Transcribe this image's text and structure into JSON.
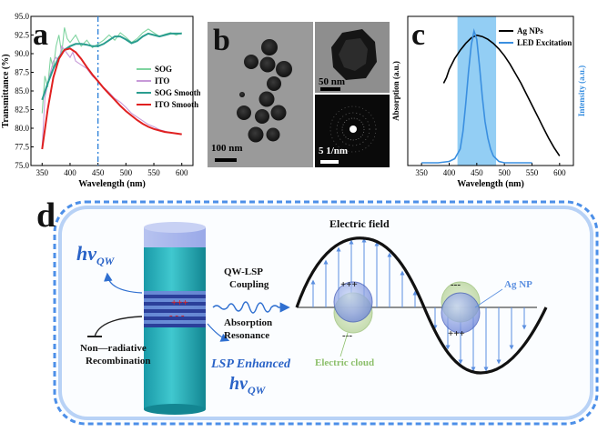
{
  "panels": {
    "a": "a",
    "b": "b",
    "c": "c",
    "d": "d"
  },
  "chart_data": [
    {
      "type": "line",
      "panel": "a",
      "xlabel": "Wavelength (nm)",
      "ylabel": "Transmittance (%)",
      "xlim": [
        330,
        620
      ],
      "ylim": [
        75,
        95
      ],
      "xticks": [
        350,
        400,
        450,
        500,
        550,
        600
      ],
      "yticks": [
        75.0,
        77.5,
        80.0,
        82.5,
        85.0,
        87.5,
        90.0,
        92.5,
        95.0
      ],
      "ytick_labels": [
        "75.0",
        "77.5",
        "80.0",
        "82.5",
        "85.0",
        "87.5",
        "90.0",
        "92.5",
        "95.0"
      ],
      "vline_x": 450,
      "legend_position": "center-right",
      "series": [
        {
          "name": "SOG",
          "color": "#7fd4a0",
          "x": [
            350,
            355,
            360,
            365,
            370,
            375,
            380,
            385,
            390,
            395,
            400,
            410,
            420,
            430,
            440,
            450,
            460,
            470,
            480,
            490,
            500,
            510,
            520,
            530,
            540,
            550,
            560,
            570,
            580,
            590,
            600
          ],
          "y": [
            82.0,
            87.0,
            85.5,
            89.5,
            88.0,
            91.0,
            92.5,
            90.0,
            93.5,
            92.0,
            91.5,
            92.5,
            91.0,
            91.8,
            90.8,
            91.3,
            91.8,
            92.5,
            91.8,
            92.8,
            92.2,
            91.5,
            92.0,
            92.8,
            93.3,
            92.8,
            92.3,
            92.6,
            92.8,
            92.5,
            92.8
          ]
        },
        {
          "name": "ITO",
          "color": "#c79ad8",
          "x": [
            350,
            355,
            360,
            365,
            370,
            375,
            380,
            385,
            390,
            395,
            400,
            405,
            410,
            420,
            430,
            440,
            450,
            460,
            470,
            480,
            490,
            500,
            510,
            520,
            530,
            540,
            550,
            560,
            570,
            580,
            590,
            600
          ],
          "y": [
            77.5,
            84.0,
            86.0,
            87.5,
            89.0,
            89.5,
            89.0,
            91.0,
            90.5,
            90.0,
            89.5,
            90.2,
            89.0,
            88.5,
            88.0,
            87.0,
            86.3,
            85.5,
            84.8,
            84.0,
            83.5,
            82.8,
            82.0,
            81.5,
            81.0,
            80.5,
            80.2,
            79.8,
            79.6,
            79.4,
            79.3,
            79.2
          ]
        },
        {
          "name": "SOG Smooth",
          "color": "#2a9d8f",
          "x": [
            350,
            360,
            370,
            380,
            390,
            400,
            410,
            420,
            430,
            440,
            450,
            460,
            470,
            480,
            490,
            500,
            510,
            520,
            530,
            540,
            550,
            560,
            570,
            580,
            590,
            600
          ],
          "y": [
            83.8,
            86.0,
            88.0,
            89.5,
            90.5,
            91.0,
            91.3,
            91.3,
            91.2,
            91.0,
            91.0,
            91.3,
            91.8,
            92.3,
            92.3,
            91.9,
            91.4,
            91.7,
            92.3,
            92.7,
            92.5,
            92.3,
            92.5,
            92.7,
            92.7,
            92.7
          ]
        },
        {
          "name": "ITO Smooth",
          "color": "#e02020",
          "x": [
            350,
            360,
            370,
            380,
            390,
            400,
            410,
            420,
            430,
            440,
            450,
            460,
            470,
            480,
            490,
            500,
            510,
            520,
            530,
            540,
            550,
            560,
            570,
            580,
            590,
            600
          ],
          "y": [
            77.2,
            82.5,
            86.8,
            89.3,
            90.5,
            90.7,
            90.2,
            89.3,
            88.2,
            87.2,
            86.3,
            85.4,
            84.6,
            83.8,
            83.0,
            82.3,
            81.7,
            81.1,
            80.6,
            80.2,
            79.9,
            79.7,
            79.5,
            79.4,
            79.3,
            79.2
          ]
        }
      ]
    },
    {
      "type": "line",
      "panel": "c",
      "xlabel": "Wavelength (nm)",
      "ylabel_left": "Absorption (a.u.)",
      "ylabel_right": "Intensity (a.u.)",
      "xlim": [
        325,
        625
      ],
      "xticks": [
        350,
        400,
        450,
        500,
        550,
        600
      ],
      "shaded_band_x": [
        415,
        485
      ],
      "legend_position": "top-right",
      "series": [
        {
          "name": "Ag NPs",
          "color": "#000000",
          "x": [
            390,
            395,
            400,
            410,
            420,
            430,
            440,
            450,
            460,
            470,
            480,
            490,
            500,
            510,
            520,
            530,
            540,
            550,
            560,
            570,
            580,
            590,
            600
          ],
          "y": [
            0.6,
            0.64,
            0.7,
            0.78,
            0.84,
            0.89,
            0.93,
            0.95,
            0.94,
            0.92,
            0.89,
            0.85,
            0.8,
            0.74,
            0.67,
            0.6,
            0.52,
            0.44,
            0.36,
            0.28,
            0.2,
            0.13,
            0.07
          ]
        },
        {
          "name": "LED Excitation",
          "color": "#3a8fe0",
          "x": [
            350,
            380,
            400,
            410,
            420,
            425,
            430,
            435,
            440,
            445,
            450,
            455,
            460,
            465,
            470,
            475,
            480,
            490,
            500,
            520,
            550
          ],
          "y": [
            0.02,
            0.02,
            0.03,
            0.05,
            0.12,
            0.25,
            0.45,
            0.68,
            0.88,
            0.98,
            0.92,
            0.72,
            0.5,
            0.32,
            0.2,
            0.12,
            0.07,
            0.03,
            0.02,
            0.02,
            0.02
          ]
        }
      ]
    }
  ],
  "panel_b": {
    "scale_large": "100 nm",
    "scale_inset": "50 nm",
    "scale_diffraction": "5 1/nm"
  },
  "panel_d": {
    "electric_field": "Electric field",
    "coupling_line1": "QW-LSP",
    "coupling_line2": "Coupling",
    "absorption_line1": "Absorption",
    "absorption_line2": "Resonance",
    "nonrad_line1": "Non—radiative",
    "nonrad_line2": "Recombination",
    "hv_qw_left_main": "hv",
    "hv_qw_left_sub": "QW",
    "lsp_enhanced": "LSP Enhanced",
    "hv_qw_bottom_main": "hv",
    "hv_qw_bottom_sub": "QW",
    "ag_np": "Ag NP",
    "electric_cloud": "Electric cloud",
    "plus_charges": "+++",
    "minus_charges": "---",
    "qw_charges_plus": "+++",
    "qw_charges_minus": "- - -"
  }
}
